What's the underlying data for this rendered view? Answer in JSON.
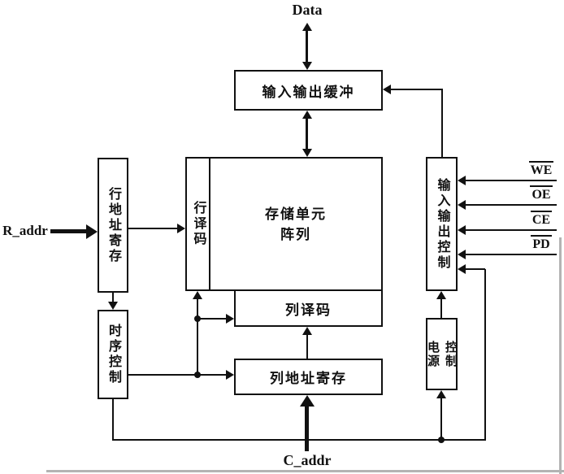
{
  "labels": {
    "data_bus": "Data",
    "row_address_input": "R_addr",
    "column_address_input": "C_addr"
  },
  "blocks": {
    "io_buffer": {
      "label": "输入输出缓冲"
    },
    "row_address_register": {
      "label": "行地址寄存"
    },
    "row_decoder": {
      "label": "行译码"
    },
    "memory_cell_array": {
      "line1": "存储单元",
      "line2": "阵列"
    },
    "column_decoder": {
      "label": "列译码"
    },
    "column_address_register": {
      "label": "列地址寄存"
    },
    "timing_control": {
      "label": "时序控制"
    },
    "io_control": {
      "label": "输入输出控制"
    },
    "power_control": {
      "line1": "电源",
      "line2": "控制"
    }
  },
  "control_signals": [
    {
      "label": "WE",
      "active_low": true
    },
    {
      "label": "OE",
      "active_low": true
    },
    {
      "label": "CE",
      "active_low": true
    },
    {
      "label": "PD",
      "active_low": true
    }
  ],
  "colors": {
    "line": "#111111",
    "background": "#ffffff"
  }
}
